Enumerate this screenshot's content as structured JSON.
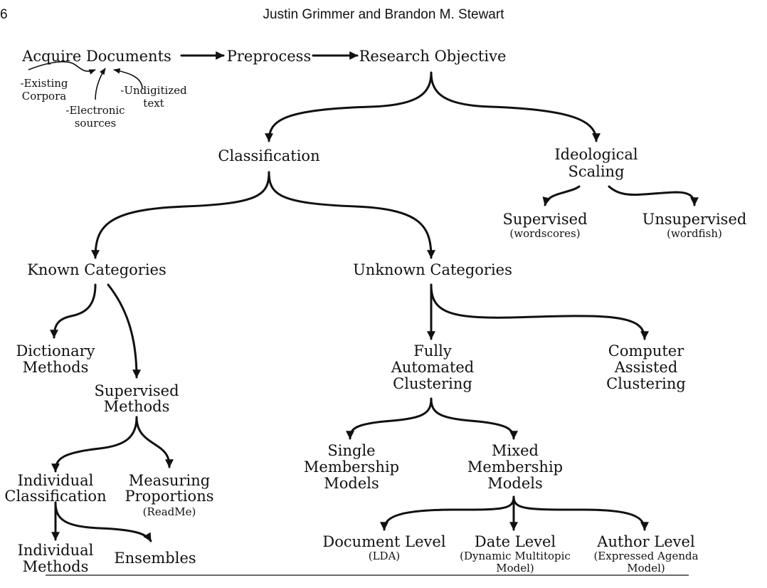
{
  "page": {
    "number": "6",
    "running_head": "Justin Grimmer and Brandon M. Stewart"
  },
  "nodes": {
    "acquire": "Acquire Documents",
    "preprocess": "Preprocess",
    "objective": "Research Objective",
    "classification": "Classification",
    "scaling": [
      "Ideological",
      "Scaling"
    ],
    "supervised_scaling": "Supervised",
    "supervised_scaling_note": "(wordscores)",
    "unsupervised_scaling": "Unsupervised",
    "unsupervised_scaling_note": "(wordfish)",
    "known": "Known Categories",
    "unknown": "Unknown Categories",
    "dictionary": [
      "Dictionary",
      "Methods"
    ],
    "supervised_methods": [
      "Supervised",
      "Methods"
    ],
    "individual_classification": [
      "Individual",
      "Classification"
    ],
    "measuring": [
      "Measuring",
      "Proportions"
    ],
    "measuring_note": "(ReadMe)",
    "individual_methods": [
      "Individual",
      "Methods"
    ],
    "ensembles": "Ensembles",
    "fully_automated": [
      "Fully",
      "Automated",
      "Clustering"
    ],
    "computer_assisted": [
      "Computer",
      "Assisted",
      "Clustering"
    ],
    "single": [
      "Single",
      "Membership",
      "Models"
    ],
    "mixed": [
      "Mixed",
      "Membership",
      "Models"
    ],
    "document_level": "Document Level",
    "document_level_note": "(LDA)",
    "date_level": "Date Level",
    "date_level_note": [
      "(Dynamic Multitopic",
      "Model)"
    ],
    "author_level": "Author Level",
    "author_level_note": [
      "(Expressed Agenda",
      "Model)"
    ]
  },
  "sources": {
    "existing": [
      "-Existing",
      "Corpora"
    ],
    "electronic": [
      "-Electronic",
      "sources"
    ],
    "undigitized": [
      "-Undigitized",
      "text"
    ]
  }
}
